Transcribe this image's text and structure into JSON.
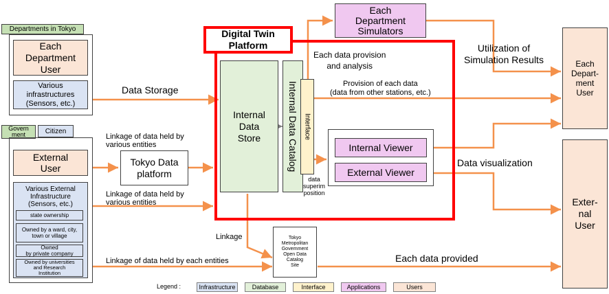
{
  "tags": {
    "departments_in_tokyo": "Departments in Tokyo",
    "government": "Govern\nment",
    "citizen": "Citizen"
  },
  "left": {
    "each_department_user": "Each\nDepartment\nUser",
    "various_infrastructures": "Various\ninfrastructures\n(Sensors, etc.)",
    "external_user": "External\nUser",
    "various_external_infra": "Various External\nInfrastructure\n(Sensors, etc.)",
    "ownership": [
      "state ownership",
      "Owned by a ward, city,\ntown or village",
      "Owned\nby private company",
      "Owned by universities\nand Research\nInstitution"
    ]
  },
  "platform": {
    "title": "Digital Twin\nPlatform",
    "internal_data_store": "Internal\nData\nStore",
    "internal_data_catalog": "Internal Data Catalog",
    "interface": "Interface",
    "internal_viewer": "Internal Viewer",
    "external_viewer": "External Viewer",
    "data_superimposition": "data\nsuperim\nposition"
  },
  "simulators": "Each\nDepartment\nSimulators",
  "tokyo_data_platform": "Tokyo Data\nplatform",
  "open_data_catalog": "Tokyo\nMetropolitan\nGovernment\nOpen Data\nCatalog\nSite",
  "right": {
    "each_department_user": "Each\nDepart-\nment\nUser",
    "external_user": "Exter-\nnal\nUser"
  },
  "labels": {
    "data_storage": "Data Storage",
    "linkage_various_1": "Linkage of data held by\nvarious entities",
    "linkage_various_2": "Linkage of data held by\nvarious entities",
    "linkage_each": "Linkage of data held by each entities",
    "linkage": "Linkage",
    "each_data_provision": "Each data provision\nand analysis",
    "utilization": "Utilization of\nSimulation Results",
    "provision_each_data": "Provision of each data\n(data from other stations, etc.)",
    "data_visualization": "Data visualization",
    "each_data_provided": "Each data provided"
  },
  "legend": {
    "title": "Legend :",
    "items": [
      "Infrastructure",
      "Database",
      "Interface",
      "Applications",
      "Users"
    ]
  },
  "colors": {
    "arrow": "#f4914b",
    "platform_border": "#ff0000",
    "users": "#fbe5d6",
    "infrastructure": "#dae3f3",
    "database": "#e2f0d9",
    "interface": "#fff2cc",
    "applications": "#f0c8f0",
    "tag": "#c5e0b4"
  }
}
